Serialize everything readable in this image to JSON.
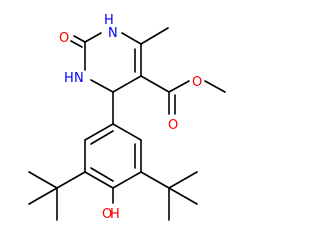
{
  "molecule": {
    "atoms": {
      "n1": {
        "label": "N",
        "h": "H"
      },
      "n2": {
        "label": "N",
        "h": "H"
      },
      "o_carbonyl": {
        "label": "O"
      },
      "o_ester_double": {
        "label": "O"
      },
      "o_ester_single": {
        "label": "O"
      },
      "o_hydroxyl": {
        "label": "O",
        "h": "H"
      }
    },
    "colors": {
      "bond": "#000000",
      "nitrogen": "#0000ff",
      "oxygen": "#ff0000",
      "background": "#ffffff"
    }
  }
}
